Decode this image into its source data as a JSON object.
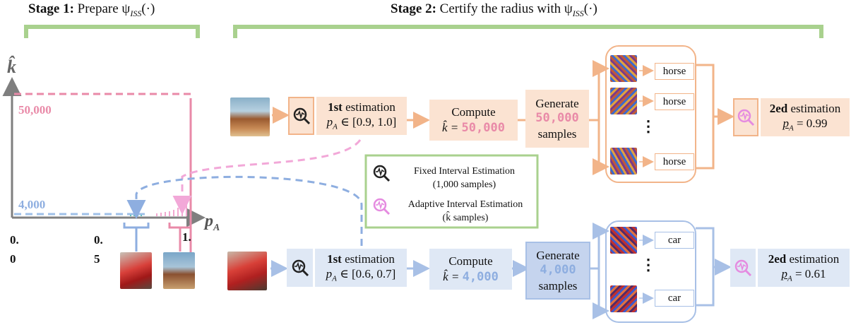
{
  "stage1": {
    "title_bold": "Stage 1:",
    "title_rest": " Prepare ψ",
    "sub": "ISS",
    "tail": "(·)"
  },
  "stage2": {
    "title_bold": "Stage 2:",
    "title_rest": "  Certify the radius with ψ",
    "sub": "ISS",
    "tail": "(·)"
  },
  "plot": {
    "y_axis_label": "k̂",
    "x_axis_label": "p",
    "x_axis_sub": "A",
    "y_tick_high": "50,000",
    "y_tick_low": "4,000",
    "x_tick_0_top": "0.",
    "x_tick_0_bot": "0",
    "x_tick_5_top": "0.",
    "x_tick_5_bot": "5",
    "x_tick_1_top": "1.",
    "colors": {
      "pink": "#e98aa8",
      "blue": "#8eaee0",
      "axis": "#7f7f7f"
    }
  },
  "orange_row": {
    "est1_bold": "1st",
    "est1_rest": " estimation",
    "est1_range": "p",
    "est1_range_sub": "A",
    "est1_range_tail": " ∈ [0.9, 1.0]",
    "compute": "Compute",
    "k_prefix": "k̂ = ",
    "k_value": "50,000",
    "generate": "Generate",
    "gen_value": "50,000",
    "gen_tail": "samples",
    "labels": [
      "horse",
      "horse",
      "horse"
    ],
    "est2_bold": "2ed",
    "est2_rest": " estimation",
    "est2_p": "p",
    "est2_sub": "A",
    "est2_value": " = 0.99",
    "dots": "⋮"
  },
  "blue_row": {
    "est1_bold": "1st",
    "est1_rest": " estimation",
    "est1_range": "p",
    "est1_range_sub": "A",
    "est1_range_tail": " ∈ [0.6, 0.7]",
    "compute": "Compute",
    "k_prefix": "k̂ = ",
    "k_value": "4,000",
    "generate": "Generate",
    "gen_value": "4,000",
    "gen_tail": "samples",
    "labels": [
      "car",
      "car"
    ],
    "est2_bold": "2ed",
    "est2_rest": " estimation",
    "est2_p": "p",
    "est2_sub": "A",
    "est2_value": " = 0.61",
    "dots": "⋮"
  },
  "legend": {
    "fixed": "Fixed Interval Estimation",
    "fixed_sub": "(1,000 samples)",
    "adaptive": "Adaptive Interval Estimation",
    "adaptive_sub": "(k̂ samples)"
  }
}
